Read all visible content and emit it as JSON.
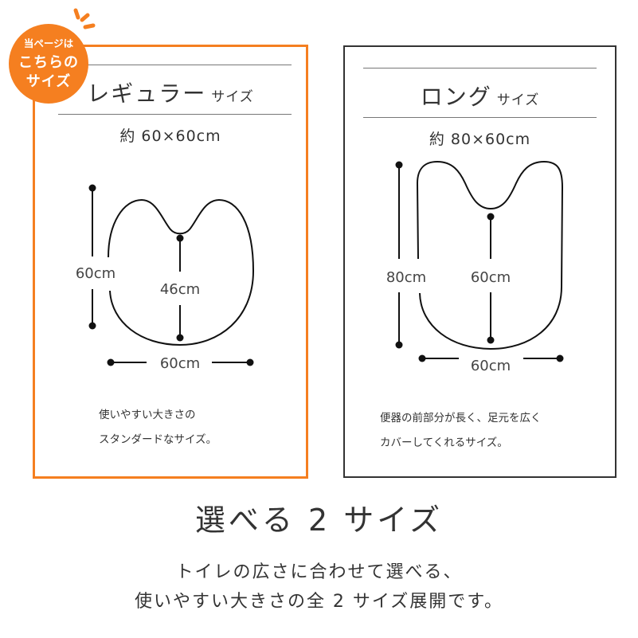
{
  "badge": {
    "line1": "当ページは",
    "line2": "こちらの",
    "line3": "サイズ",
    "color": "#F57F20"
  },
  "panels": [
    {
      "id": "regular",
      "title": "レギュラー",
      "title_suffix": "サイズ",
      "approx_size": "約 60×60cm",
      "border_color": "#F57F20",
      "dimensions": {
        "height": "60cm",
        "inner_depth": "46cm",
        "width": "60cm"
      },
      "description": [
        "使いやすい大きさの",
        "スタンダードなサイズ。"
      ],
      "selected": true
    },
    {
      "id": "long",
      "title": "ロング",
      "title_suffix": "サイズ",
      "approx_size": "約 80×60cm",
      "border_color": "#333333",
      "dimensions": {
        "height": "80cm",
        "inner_depth": "60cm",
        "width": "60cm"
      },
      "description": [
        "便器の前部分が長く、足元を広く",
        "カバーしてくれるサイズ。"
      ],
      "selected": false
    }
  ],
  "footer": {
    "headline": "選べる 2 サイズ",
    "sub_line1": "トイレの広さに合わせて選べる、",
    "sub_line2": "使いやすい大きさの全 2 サイズ展開です。"
  }
}
